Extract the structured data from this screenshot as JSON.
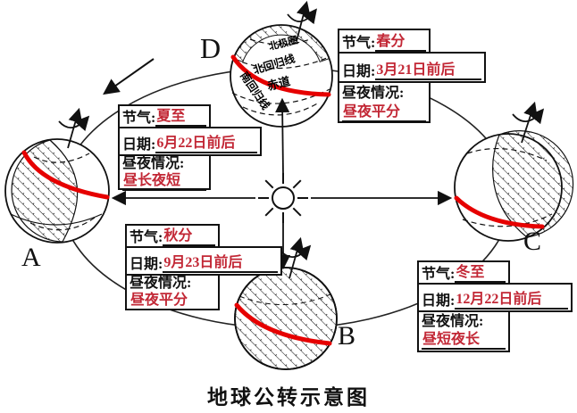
{
  "title": "地球公转示意图",
  "orbit_positions": {
    "a": "A",
    "b": "B",
    "c": "C",
    "d": "D"
  },
  "globe_d_latitudes": {
    "arctic": "北极圈",
    "tropic_cancer": "北回归线",
    "equator": "赤道",
    "tropic_capricorn": "南回归线"
  },
  "boxes": {
    "spring": {
      "term_label": "节气:",
      "term": "春分",
      "date_label": "日期:",
      "date": "3月21日前后",
      "daynight_label": "昼夜情况:",
      "daynight": "昼夜平分"
    },
    "summer": {
      "term_label": "节气:",
      "term": "夏至",
      "date_label": "日期:",
      "date": "6月22日前后",
      "daynight_label": "昼夜情况:",
      "daynight": "昼长夜短"
    },
    "autumn": {
      "term_label": "节气:",
      "term": "秋分",
      "date_label": "日期:",
      "date": "9月23日前后",
      "daynight_label": "昼夜情况:",
      "daynight": "昼夜平分"
    },
    "winter": {
      "term_label": "节气:",
      "term": "冬至",
      "date_label": "日期:",
      "date": "12月22日前后",
      "daynight_label": "昼夜情况:",
      "daynight": "昼短夜长"
    }
  },
  "colors": {
    "red_text": "#c22735",
    "red_line": "#e60000",
    "ink": "#111111"
  }
}
